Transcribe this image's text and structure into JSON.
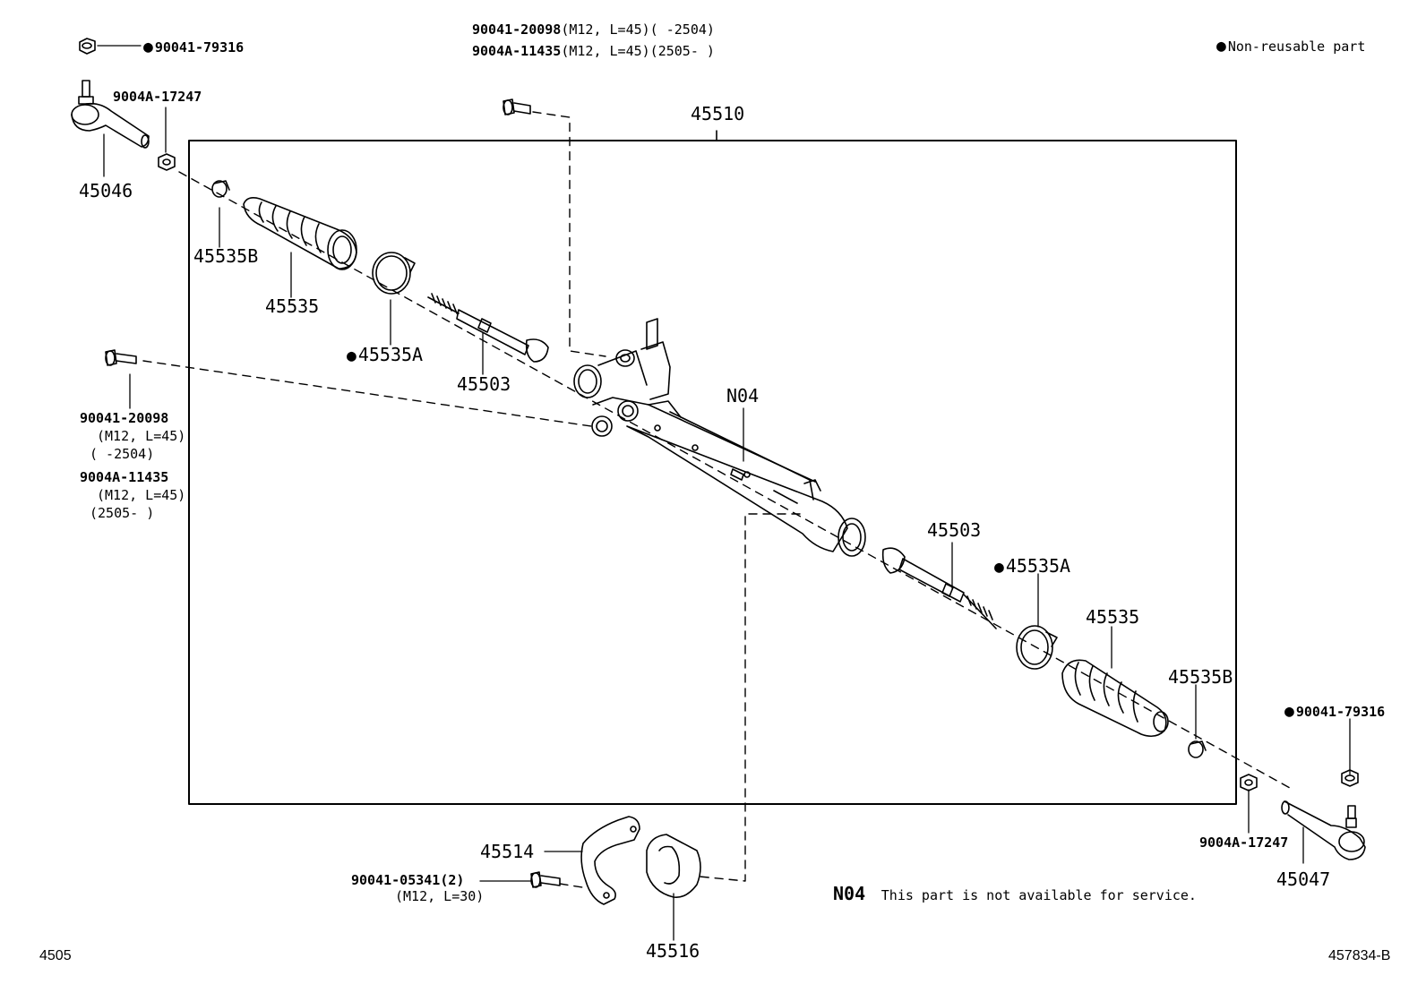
{
  "legend": {
    "bullet": "●",
    "text": "Non-reusable part"
  },
  "note": {
    "code": "N04",
    "text": "This part is not available for service."
  },
  "footer": {
    "left": "4505",
    "right": "457834-B"
  },
  "labels": {
    "nut_left": "90041-79316",
    "nut_right": "90041-79316",
    "bolt_top_a": "90041-20098",
    "bolt_top_a_spec": "(M12, L=45)(     -2504)",
    "bolt_top_b": "9004A-11435",
    "bolt_top_b_spec": "(M12, L=45)(2505-     )",
    "assembly": "45510",
    "washer_left": "9004A-17247",
    "washer_right": "9004A-17247",
    "tie_rod_end_left": "45046",
    "tie_rod_end_right": "45047",
    "clip_left": "45535B",
    "clip_right": "45535B",
    "boot_left": "45535",
    "boot_right": "45535",
    "clamp_left": "45535A",
    "clamp_right": "45535A",
    "rack_end_left": "45503",
    "rack_end_right": "45503",
    "housing": "N04",
    "bolt_left_a": "90041-20098",
    "bolt_left_a_spec1": "(M12, L=45)",
    "bolt_left_a_spec2": "(     -2504)",
    "bolt_left_b": "9004A-11435",
    "bolt_left_b_spec1": "(M12, L=45)",
    "bolt_left_b_spec2": "(2505-     )",
    "bracket": "45514",
    "bracket_bolt": "90041-05341(2)",
    "bracket_bolt_spec": "(M12, L=30)",
    "grommet": "45516"
  }
}
